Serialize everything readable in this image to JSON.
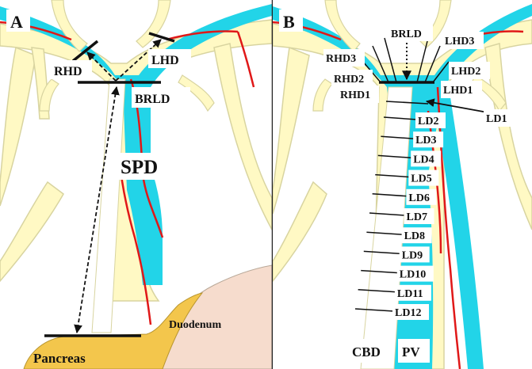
{
  "panels": {
    "a": {
      "letter": "A",
      "labels": {
        "rhd": "RHD",
        "lhd": "LHD",
        "brld": "BRLD",
        "spd": "SPD",
        "duodenum": "Duodenum",
        "pancreas": "Pancreas"
      }
    },
    "b": {
      "letter": "B",
      "labels": {
        "brld": "BRLD",
        "rhd3": "RHD3",
        "lhd3": "LHD3",
        "rhd2": "RHD2",
        "lhd2": "LHD2",
        "rhd1": "RHD1",
        "lhd1": "LHD1",
        "ld1": "LD1",
        "cbd": "CBD",
        "pv": "PV"
      },
      "ld_levels": [
        "LD2",
        "LD3",
        "LD4",
        "LD5",
        "LD6",
        "LD7",
        "LD8",
        "LD9",
        "LD10",
        "LD11",
        "LD12"
      ]
    }
  },
  "colors": {
    "duct": "#22d4e8",
    "vessel": "#fff9c4",
    "vessel_outline": "#d8d4a0",
    "artery": "#e01818",
    "duodenum": "#f6dccd",
    "pancreas": "#f3c64c"
  }
}
